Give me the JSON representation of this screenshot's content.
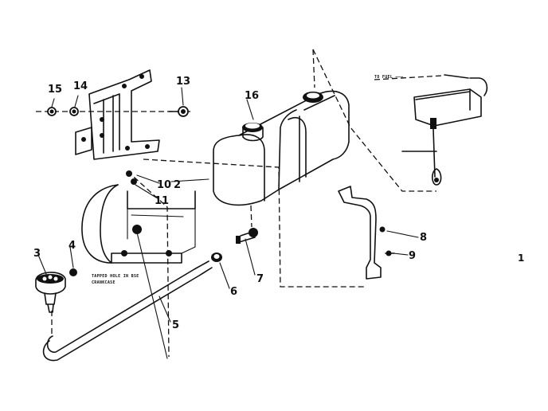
{
  "diagram": {
    "callouts": {
      "c1": "1",
      "c2": "2",
      "c3": "3",
      "c4": "4",
      "c5": "5",
      "c6": "6",
      "c7": "7",
      "c8": "8",
      "c9": "9",
      "c10": "10",
      "c11": "11",
      "c13": "13",
      "c14": "14",
      "c15": "15",
      "c16": "16"
    },
    "notes": {
      "tapped_hole_line1": "TAPPED HOLE IN BSE",
      "tapped_hole_line2": "CRANKCASE",
      "to_fuel": "TO FUEL ———"
    }
  }
}
